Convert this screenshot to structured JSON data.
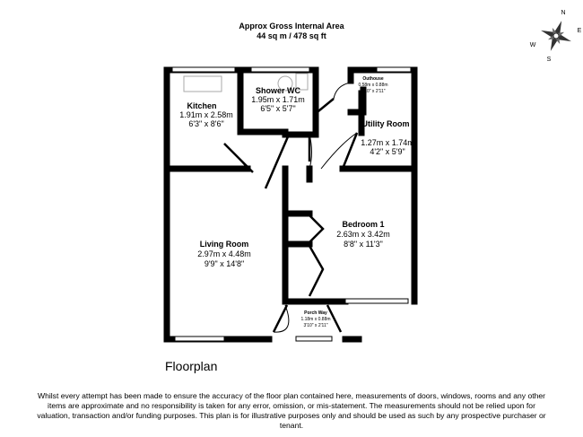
{
  "header": {
    "title": "Approx Gross Internal Area",
    "area": "44 sq m / 478 sq ft"
  },
  "compass": {
    "n": "N",
    "e": "E",
    "s": "S",
    "w": "W"
  },
  "rooms": [
    {
      "name": "Kitchen",
      "metric": "1.91m x 2.58m",
      "imperial": "6'3\" x 8'6\""
    },
    {
      "name": "Shower WC",
      "metric": "1.95m x 1.71m",
      "imperial": "6'5\" x 5'7\""
    },
    {
      "name": "Outhouse",
      "metric": "0.58m x 0.88m",
      "imperial": "1'10\" x 2'11\""
    },
    {
      "name": "Utility Room",
      "metric": "1.27m x 1.74m",
      "imperial": "4'2\" x 5'9\""
    },
    {
      "name": "Living Room",
      "metric": "2.97m x 4.48m",
      "imperial": "9'9\" x 14'8\""
    },
    {
      "name": "Bedroom 1",
      "metric": "2.63m x 3.42m",
      "imperial": "8'8\" x 11'3\""
    },
    {
      "name": "Porch Way",
      "metric": "1.18m x 0.88m",
      "imperial": "3'10\" x 2'11\""
    }
  ],
  "floor_label": "Floorplan",
  "disclaimer": "Whilst every attempt has been made to ensure the accuracy of the floor plan contained here, measurements of doors, windows, rooms and any other items are approximate and no responsibility is taken for any error, omission, or mis-statement. The measurements should not be relied upon for valuation, transaction and/or funding purposes. This plan is for illustrative purposes only and should be used as such by any prospective purchaser or tenant."
}
